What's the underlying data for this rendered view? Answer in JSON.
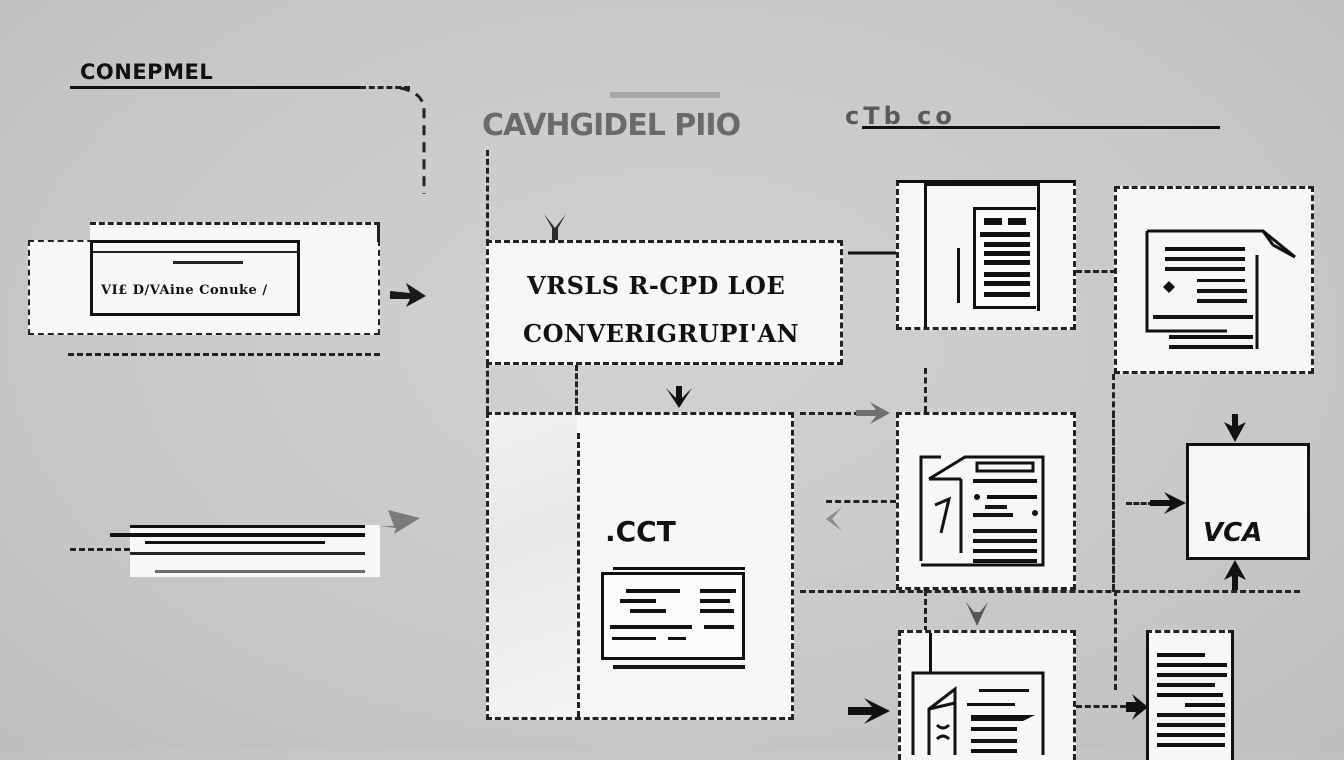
{
  "diagram": {
    "top_left_heading": "CONEPMEL",
    "top_heading": "CAVHGIDEL PIIO",
    "top_heading_suffix": "cTb co",
    "nodes": {
      "input_box": {
        "label": "VI£ D/VAine Conuke /"
      },
      "converter_box": {
        "line1": "VRSLS R-CPD LOE",
        "line2": "CONVERIGRUPI'AN"
      },
      "center_panel": {
        "label": ".CCT"
      },
      "output_box": {
        "label": "VCA"
      }
    },
    "icons": [
      "spreadsheet-document-icon",
      "edited-document-icon",
      "folded-document-icon",
      "open-book-document-icon",
      "text-page-icon",
      "form-card-icon"
    ],
    "colors": {
      "background": "#c9c9c7",
      "box_fill": "#f7f7f5",
      "stroke": "#111111"
    }
  }
}
